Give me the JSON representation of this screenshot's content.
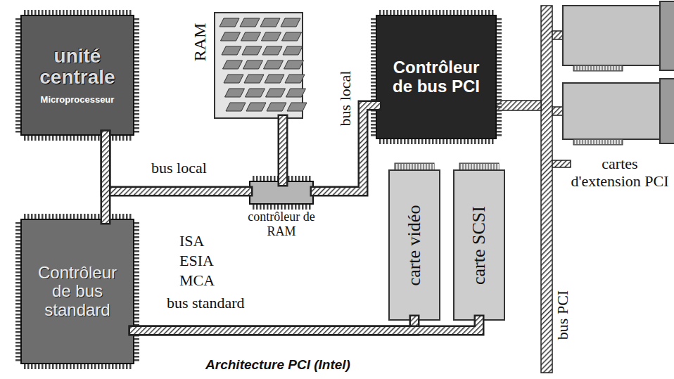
{
  "diagram": {
    "caption": "Architecture PCI (Intel)",
    "nodes": [
      {
        "text": [
          "unité centrale",
          "Microprocesseur"
        ]
      },
      {
        "text": [
          "RAM"
        ]
      },
      {
        "text": [
          "Contrôleur de bus PCI"
        ]
      },
      {
        "text": [
          "contrôleur de RAM"
        ]
      },
      {
        "text": [
          "Contrôleur de bus standard"
        ]
      },
      {
        "text": [
          "carte vidéo"
        ]
      },
      {
        "text": [
          "carte SCSI"
        ]
      }
    ],
    "edges": [
      {
        "from": 0,
        "to": 3,
        "arrow": "none"
      },
      {
        "from": 1,
        "to": 3,
        "arrow": "none"
      },
      {
        "from": 3,
        "to": 2,
        "arrow": "none"
      },
      {
        "from": 0,
        "to": 4,
        "arrow": "none"
      },
      {
        "from": 4,
        "to": 5,
        "arrow": "none"
      },
      {
        "from": 4,
        "to": 6,
        "arrow": "none"
      }
    ],
    "labels": [
      "bus local",
      "bus local",
      "ISA",
      "ESIA",
      "MCA",
      "bus standard",
      "cartes d'extension PCI",
      "bus PCI"
    ]
  }
}
